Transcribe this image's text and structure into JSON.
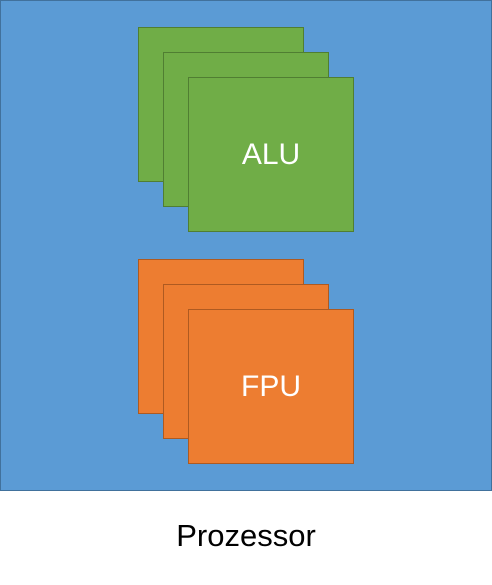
{
  "colors": {
    "processor_fill": "#5b9bd5",
    "alu_fill": "#70ad47",
    "alu_border": "#507e32",
    "fpu_fill": "#ed7d31",
    "fpu_border": "#ae5a21"
  },
  "alu": {
    "label": "ALU",
    "stack_count": 3
  },
  "fpu": {
    "label": "FPU",
    "stack_count": 3
  },
  "caption": "Prozessor"
}
